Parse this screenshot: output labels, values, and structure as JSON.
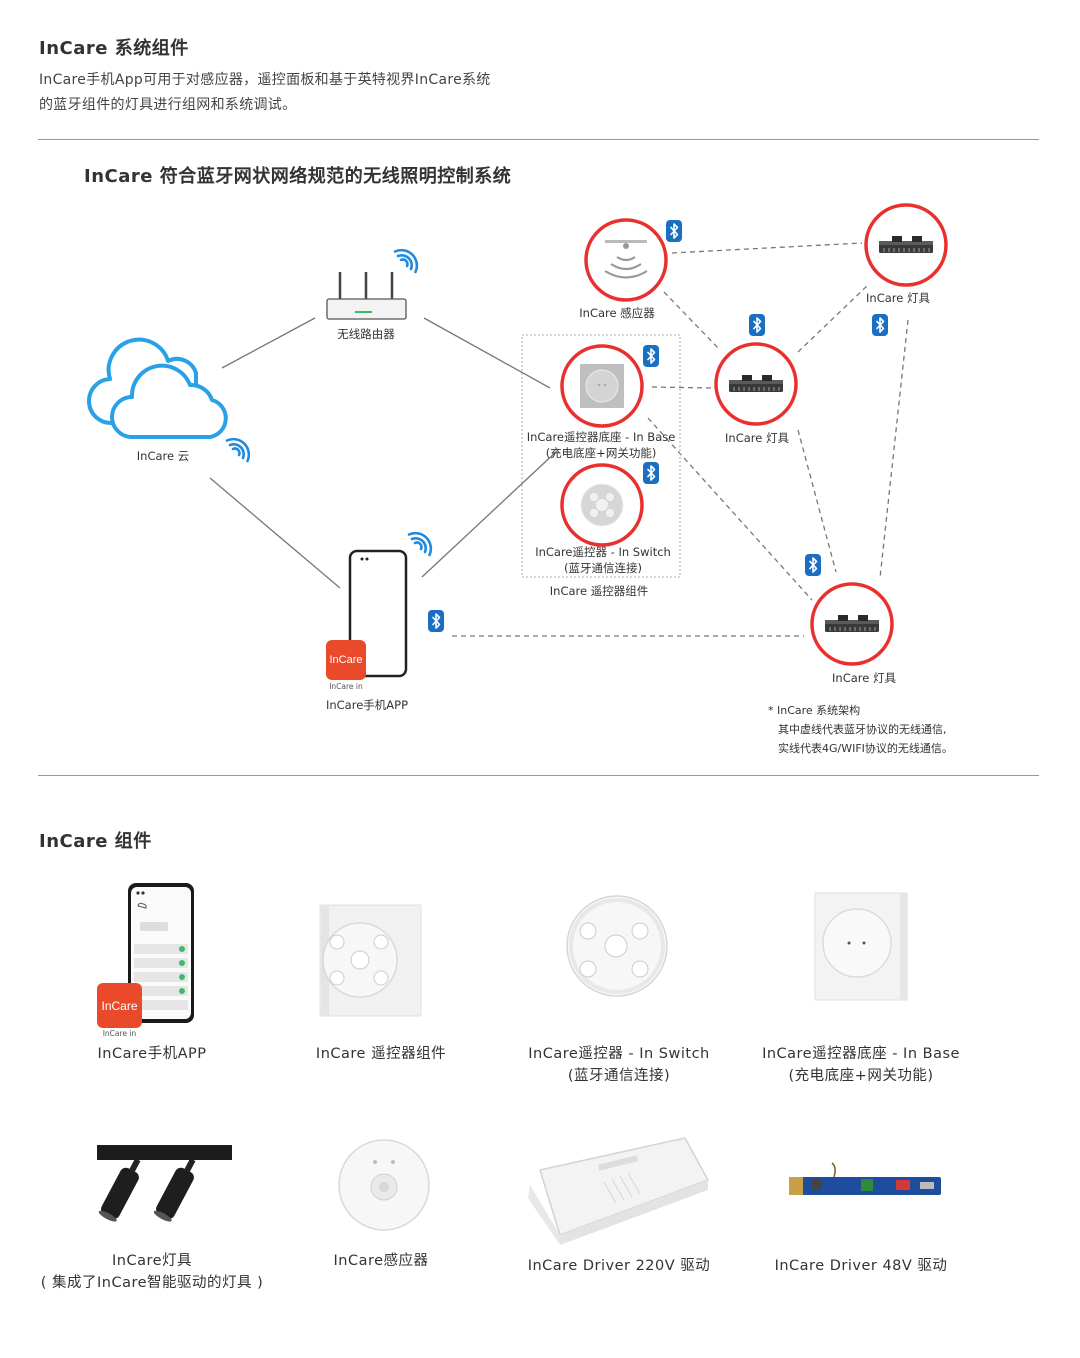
{
  "header": {
    "title": "InCare 系统组件",
    "intro_line1": "InCare手机App可用于对感应器，遥控面板和基于英特视界InCare系统",
    "intro_line2": "的蓝牙组件的灯具进行组网和系统调试。"
  },
  "diagram": {
    "title": "InCare 符合蓝牙网状网络规范的无线照明控制系统",
    "cloud_label": "InCare 云",
    "router_label": "无线路由器",
    "phone_label": "InCare手机APP",
    "app_icon_text": "InCare",
    "app_icon_sub": "InCare in",
    "sensor_label": "InCare 感应器",
    "base_label_1": "InCare遥控器底座 - In Base",
    "base_label_2": "(充电底座+网关功能)",
    "switch_label_1": "InCare遥控器 - In Switch",
    "switch_label_2": "(蓝牙通信连接)",
    "group_label": "InCare 遥控器组件",
    "light1_label": "InCare 灯具",
    "light2_label": "InCare 灯具",
    "light3_label": "InCare 灯具",
    "note_line1": "* InCare 系统架构",
    "note_line2": "其中虚线代表蓝牙协议的无线通信,",
    "note_line3": "实线代表4G/WIFI协议的无线通信。",
    "colors": {
      "cloud": "#2aa0e6",
      "ring": "#e8312f",
      "bluetooth": "#1a6fc2",
      "wifi": "#1f8be0",
      "line": "#777777"
    }
  },
  "components": {
    "title": "InCare 组件",
    "items": [
      {
        "line1": "InCare手机APP",
        "line2": ""
      },
      {
        "line1": "InCare 遥控器组件",
        "line2": ""
      },
      {
        "line1": "InCare遥控器 - In Switch",
        "line2": "(蓝牙通信连接)"
      },
      {
        "line1": "InCare遥控器底座 - In Base",
        "line2": "(充电底座+网关功能)"
      },
      {
        "line1": "InCare灯具",
        "line2": "( 集成了InCare智能驱动的灯具 )"
      },
      {
        "line1": "InCare感应器",
        "line2": ""
      },
      {
        "line1": "InCare Driver 220V  驱动",
        "line2": ""
      },
      {
        "line1": "InCare Driver 48V  驱动",
        "line2": ""
      }
    ]
  }
}
